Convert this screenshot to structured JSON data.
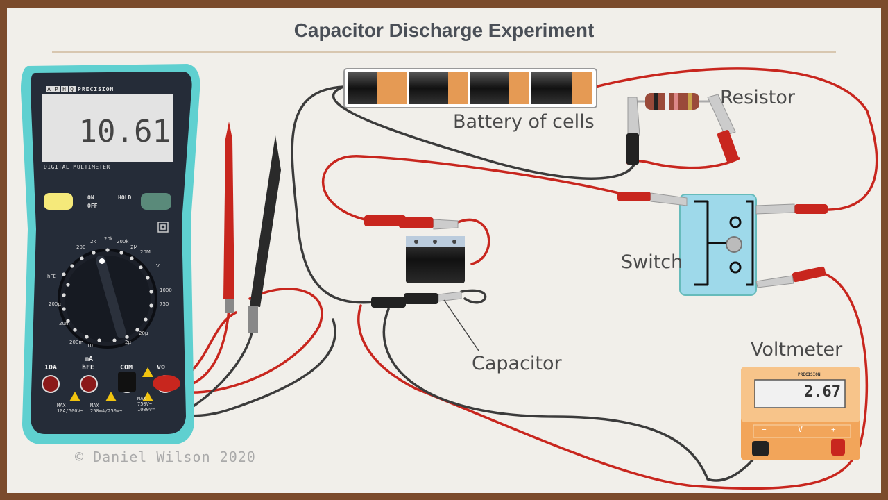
{
  "title": "Capacitor Discharge Experiment",
  "labels": {
    "battery": "Battery of cells",
    "resistor": "Resistor",
    "switch": "Switch",
    "capacitor": "Capacitor",
    "voltmeter": "Voltmeter"
  },
  "multimeter": {
    "brand": "PRECISION",
    "brand_letters": [
      "A",
      "P",
      "H",
      "Q"
    ],
    "reading": "10.61",
    "model_label": "DIGITAL MULTIMETER",
    "on_label": "ON",
    "off_label": "OFF",
    "hold_label": "HOLD",
    "port_10a": "10A",
    "port_ma": "mA",
    "port_hfe": "hFE",
    "port_com": "COM",
    "port_vo": "VΩ",
    "warn_10a": "MAX\n10A/500V~",
    "warn_ma": "MAX\n250mA/250V~",
    "warn_vo": "MAX\n750V~\n1000V="
  },
  "voltmeter": {
    "brand": "PRECISION",
    "reading": "2.67",
    "minus": "−",
    "plus": "+",
    "v": "V"
  },
  "copyright": "© Daniel Wilson 2020",
  "colors": {
    "red_wire": "#c8261e",
    "black_wire": "#3b3b3b",
    "switch_body": "#9ed9ea",
    "voltmeter_body": "#f2a55a",
    "meter_teal": "#5fd0d0"
  }
}
